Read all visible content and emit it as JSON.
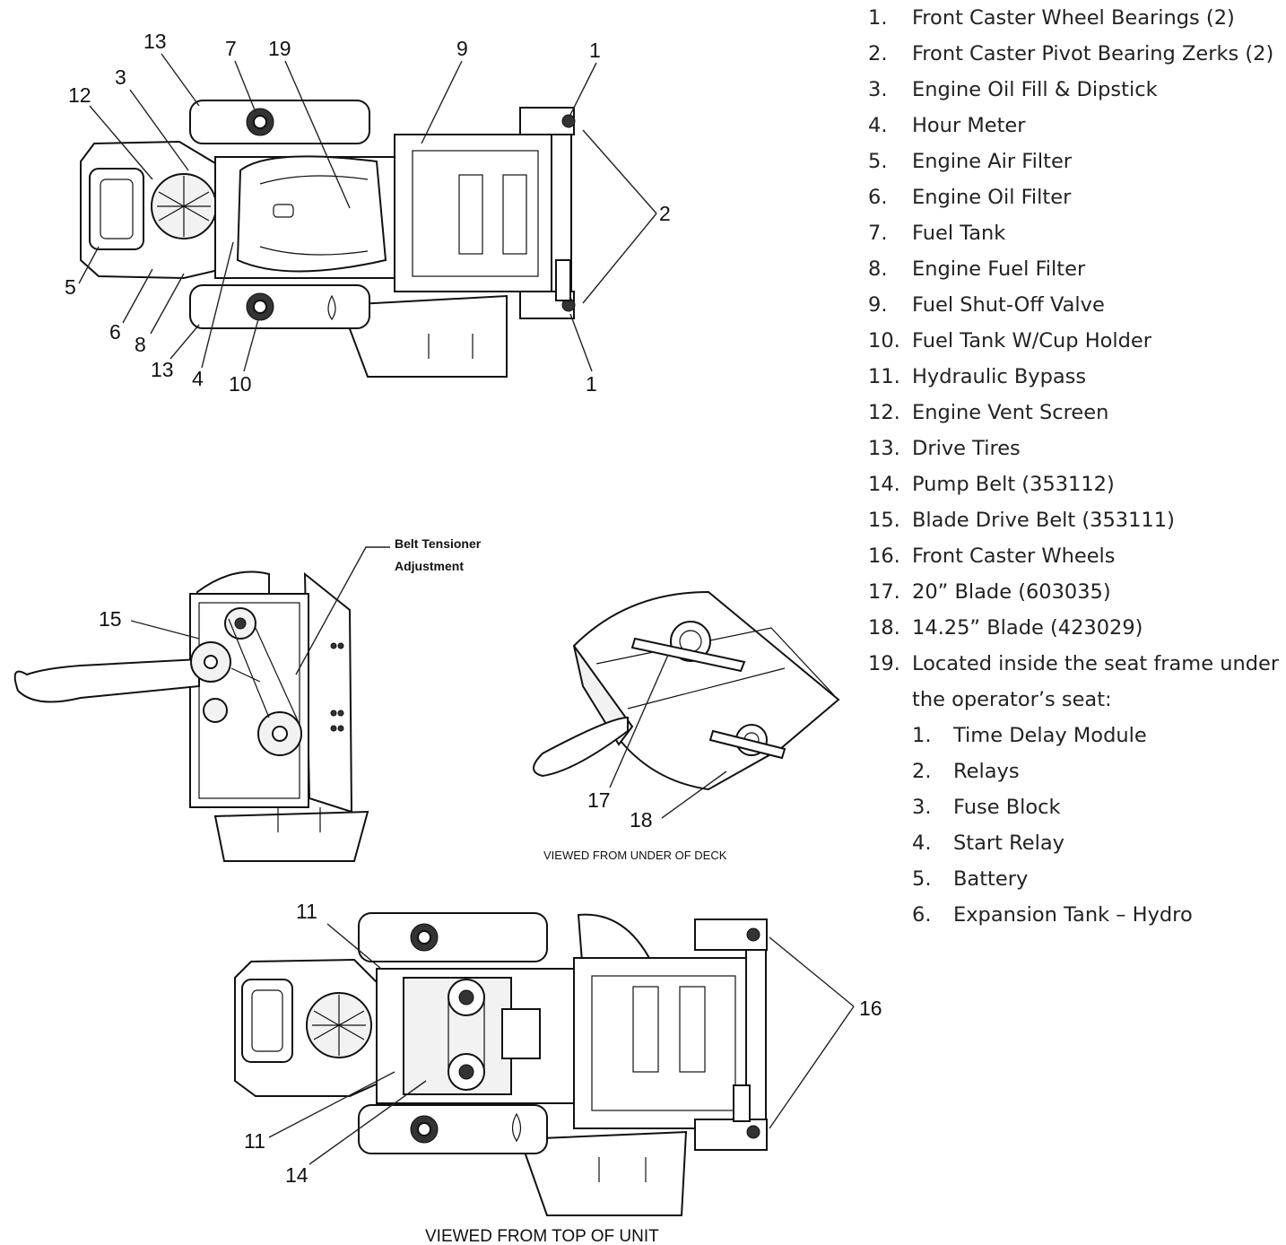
{
  "legend": [
    {
      "num": "1.",
      "text": "Front Caster Wheel Bearings (2)"
    },
    {
      "num": "2.",
      "text": "Front Caster Pivot Bearing Zerks (2)"
    },
    {
      "num": "3.",
      "text": "Engine Oil Fill & Dipstick"
    },
    {
      "num": "4.",
      "text": "Hour Meter"
    },
    {
      "num": "5.",
      "text": "Engine Air Filter"
    },
    {
      "num": "6.",
      "text": "Engine Oil Filter"
    },
    {
      "num": "7.",
      "text": "Fuel Tank"
    },
    {
      "num": "8.",
      "text": "Engine Fuel Filter"
    },
    {
      "num": "9.",
      "text": "Fuel Shut-Off Valve"
    },
    {
      "num": "10.",
      "text": "Fuel Tank W/Cup Holder"
    },
    {
      "num": "11.",
      "text": "Hydraulic Bypass"
    },
    {
      "num": "12.",
      "text": "Engine Vent Screen"
    },
    {
      "num": "13.",
      "text": "Drive Tires"
    },
    {
      "num": "14.",
      "text": "Pump Belt (353112)"
    },
    {
      "num": "15.",
      "text": "Blade Drive Belt (353111)"
    },
    {
      "num": "16.",
      "text": "Front Caster Wheels"
    },
    {
      "num": "17.",
      "text": "20” Blade (603035)"
    },
    {
      "num": "18.",
      "text": "14.25” Blade (423029)"
    },
    {
      "num": "19.",
      "text": "Located inside the seat frame under"
    }
  ],
  "legend_continuation": "the operator’s seat:",
  "legend_sub": [
    {
      "num": "1.",
      "text": "Time Delay Module"
    },
    {
      "num": "2.",
      "text": "Relays"
    },
    {
      "num": "3.",
      "text": "Fuse Block"
    },
    {
      "num": "4.",
      "text": "Start Relay"
    },
    {
      "num": "5.",
      "text": "Battery"
    },
    {
      "num": "6.",
      "text": "Expansion Tank – Hydro"
    }
  ],
  "callouts_top": {
    "c13a": "13",
    "c7": "7",
    "c19": "19",
    "c9": "9",
    "c1a": "1",
    "c12": "12",
    "c3": "3",
    "c2": "2",
    "c5": "5",
    "c6": "6",
    "c8": "8",
    "c13b": "13",
    "c4": "4",
    "c10": "10",
    "c1b": "1"
  },
  "callouts_middle": {
    "c15": "15",
    "c17": "17",
    "c18": "18",
    "tensioner_line1": "Belt Tensioner",
    "tensioner_line2": "Adjustment"
  },
  "callouts_bottom": {
    "c11a": "11",
    "c16": "16",
    "c11b": "11",
    "c14": "14"
  },
  "captions": {
    "under_deck": "VIEWED FROM UNDER OF DECK",
    "top_unit": "VIEWED FROM TOP OF UNIT"
  }
}
